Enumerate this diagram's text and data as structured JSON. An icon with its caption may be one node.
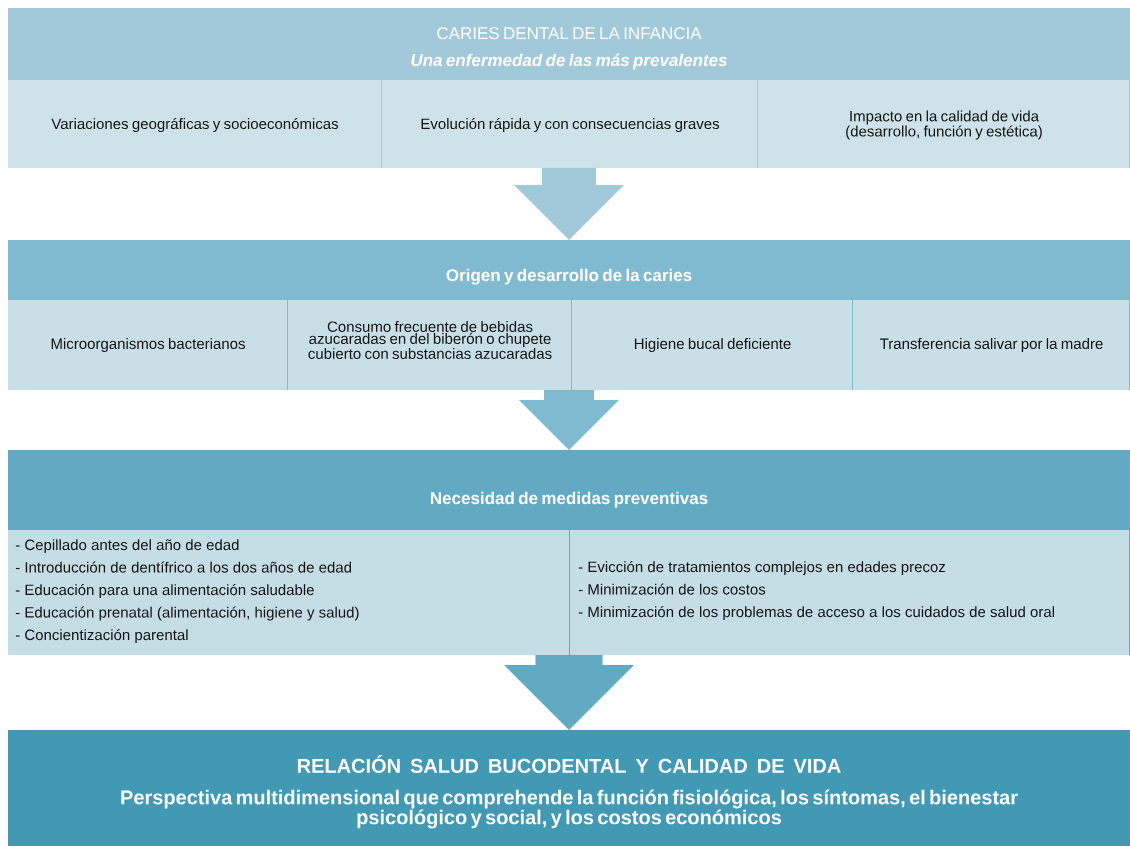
{
  "diagram": {
    "nodes": [
      {
        "text": [
          "CARIES DENTAL DE LA INFANCIA",
          "Una enfermedad de las más prevalentes"
        ]
      },
      {
        "text": [
          "Variaciones geográficas y socioeconómicas"
        ],
        "in": 0
      },
      {
        "text": [
          "Evolución rápida y con consecuencias graves"
        ],
        "in": 0
      },
      {
        "text": [
          "Impacto en la calidad de vida (desarrollo, función y estética)"
        ],
        "in": 0
      },
      {
        "text": [
          "Origen y desarrollo de la caries"
        ]
      },
      {
        "text": [
          "Microorganismos bacterianos"
        ],
        "in": 4
      },
      {
        "text": [
          "Consumo frecuente de bebidas azucaradas en del biberón o chupete cubierto con substancias azucaradas"
        ],
        "in": 4
      },
      {
        "text": [
          "Higiene bucal deficiente"
        ],
        "in": 4
      },
      {
        "text": [
          "Transferencia salivar por la madre"
        ],
        "in": 4
      },
      {
        "text": [
          "Necesidad de medidas preventivas"
        ]
      },
      {
        "text": [
          "- Cepillado antes del año de edad",
          "- Introducción de dentífrico a los dos años de edad",
          "- Educación para una alimentación saludable",
          "- Educación prenatal (alimentación, higiene y salud)",
          "- Concientización parental"
        ],
        "in": 9
      },
      {
        "text": [
          "- Evicción de tratamientos complejos en edades precoz",
          "- Minimización de los costos",
          "- Minimización de los problemas de acceso a los cuidados de salud oral"
        ],
        "in": 9
      },
      {
        "text": [
          "RELACIÓN SALUD BUCODENTAL Y CALIDAD DE VIDA",
          "Perspectiva multidimensional que comprehende la función fisiológica, los síntomas, el bienestar psicológico y social, y los costos económicos"
        ]
      }
    ],
    "edges": [
      {
        "from": 0,
        "to": 4,
        "arrow": "to",
        "color": "#a2c9d9"
      },
      {
        "from": 4,
        "to": 9,
        "arrow": "to",
        "color": "#80bad0"
      },
      {
        "from": 9,
        "to": 12,
        "arrow": "to",
        "color": "#62aac3"
      }
    ]
  }
}
